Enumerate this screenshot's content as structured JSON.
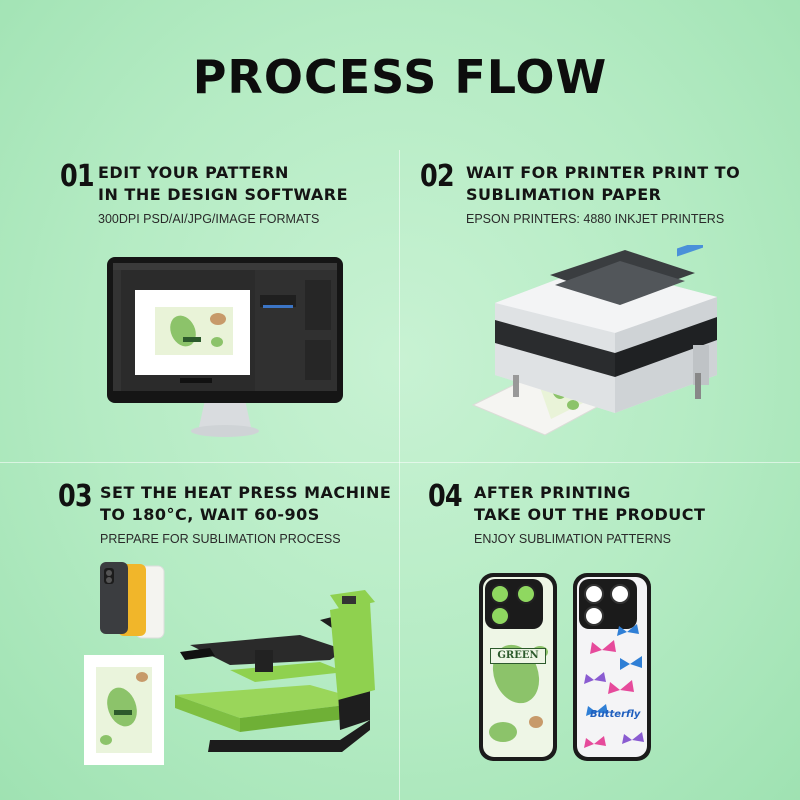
{
  "title": "PROCESS FLOW",
  "steps": [
    {
      "number": "01",
      "heading_line1": "EDIT YOUR PATTERN",
      "heading_line2": "IN THE DESIGN SOFTWARE",
      "subtitle": "300DPI PSD/AI/JPG/IMAGE FORMATS",
      "illustration": "monitor-with-design-software"
    },
    {
      "number": "02",
      "heading_line1": "WAIT FOR PRINTER PRINT TO",
      "heading_line2": "SUBLIMATION PAPER",
      "subtitle": "EPSON PRINTERS: 4880 INKJET PRINTERS",
      "illustration": "wide-format-inkjet-printer"
    },
    {
      "number": "03",
      "heading_line1": "SET THE HEAT PRESS MACHINE",
      "heading_line2": "TO 180°C, WAIT 60-90S",
      "subtitle": "PREPARE FOR SUBLIMATION PROCESS",
      "illustration": "heat-press-machine"
    },
    {
      "number": "04",
      "heading_line1": "AFTER PRINTING",
      "heading_line2": "TAKE OUT THE PRODUCT",
      "subtitle": "ENJOY SUBLIMATION PATTERNS",
      "illustration": "finished-phone-cases"
    }
  ],
  "case_labels": {
    "green_case": "GREEN",
    "butterfly_case": "Butterfly"
  },
  "colors": {
    "background": "#b4ebc3",
    "machine_green": "#8fd14f",
    "text": "#111111"
  }
}
